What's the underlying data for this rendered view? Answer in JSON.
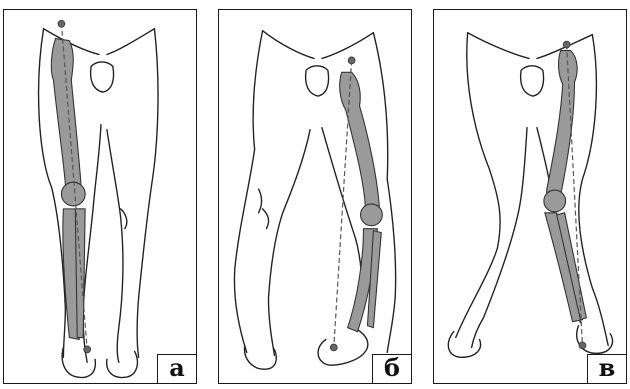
{
  "figure": {
    "panels": [
      {
        "id": "a",
        "label": "а"
      },
      {
        "id": "b",
        "label": "б"
      },
      {
        "id": "c",
        "label": "в"
      }
    ],
    "colors": {
      "bone": "#9a9a9a",
      "outline": "#222222",
      "axis_line": "#555555"
    }
  }
}
